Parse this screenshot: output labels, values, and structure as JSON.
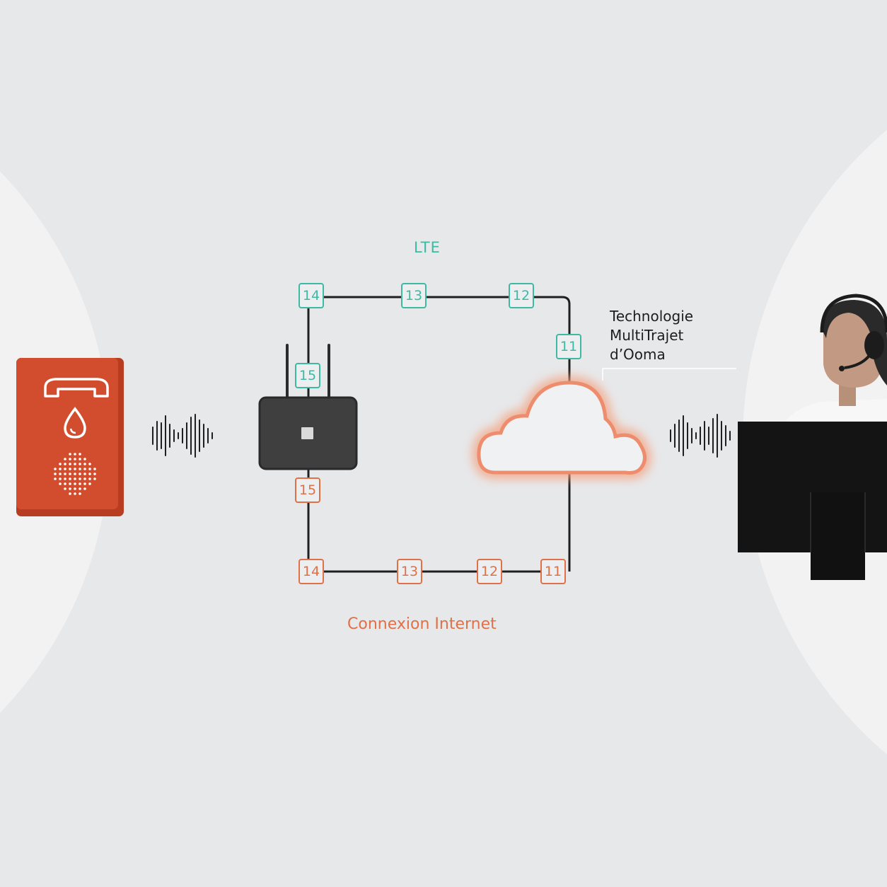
{
  "diagram": {
    "lte_label": "LTE",
    "internet_label": "Connexion Internet",
    "technology_label": [
      "Technologie",
      "MultiTrajet",
      "d’Ooma"
    ],
    "lte_nodes": [
      "14",
      "13",
      "12",
      "11",
      "15"
    ],
    "internet_nodes": [
      "15",
      "14",
      "13",
      "12",
      "11"
    ]
  },
  "colors": {
    "background": "#e7e8ea",
    "lte": "#3db9a4",
    "internet": "#e07048",
    "emergency_device": "#c9472a",
    "router": "#3f3f3f",
    "monitor": "#141414"
  },
  "icons": {
    "device": "emergency-call-button",
    "phone": "phone-handset-icon",
    "drop": "water-drop-icon",
    "speaker": "speaker-grille-icon",
    "router": "router-icon",
    "cloud": "cloud-icon",
    "agent": "call-center-agent"
  }
}
